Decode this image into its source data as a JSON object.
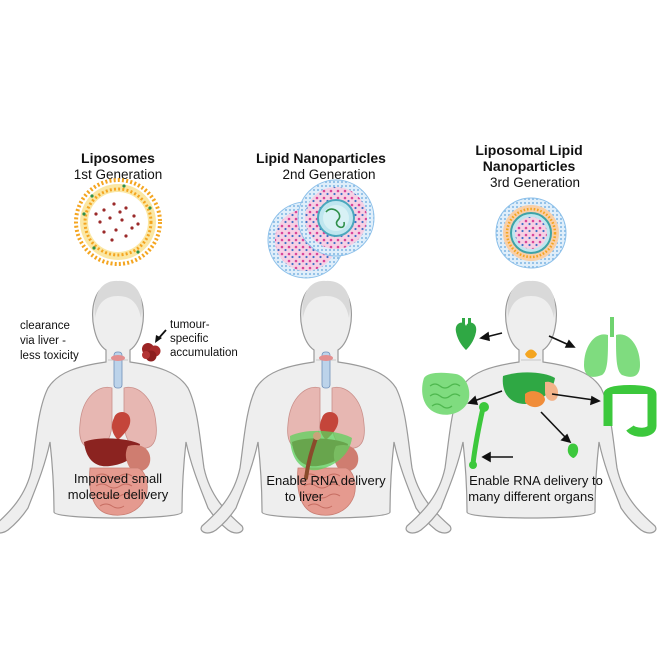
{
  "panels": [
    {
      "title": "Liposomes",
      "subtitle": "1st Generation",
      "caption_lines": [
        "Improved small",
        "molecule delivery"
      ]
    },
    {
      "title": "Lipid Nanoparticles",
      "subtitle": "2nd Generation",
      "caption_lines": [
        "Enable RNA delivery",
        "to liver"
      ]
    },
    {
      "title_lines": [
        "Liposomal Lipid",
        "Nanoparticles"
      ],
      "subtitle": "3rd Generation",
      "caption_lines": [
        "Enable RNA delivery to",
        "many different organs"
      ]
    }
  ],
  "annotations": {
    "clearance_lines": [
      "clearance",
      "via liver -",
      "less toxicity"
    ],
    "tumour_lines": [
      "tumour-",
      "specific",
      "accumulation"
    ]
  },
  "colors": {
    "body_fill": "#eeeeee",
    "body_stroke": "#9a9a9a",
    "liver": "#8b2320",
    "intestine": "#e59a8f",
    "lungs": "#e7b7b2",
    "tumour": "#9b2424",
    "lipid_head": "#f4a520",
    "lnp_pink": "#d94a9a",
    "lnp_blue": "#6fb0e0",
    "organ_green": "#6fd36f",
    "liver_green": "#2fa844"
  }
}
